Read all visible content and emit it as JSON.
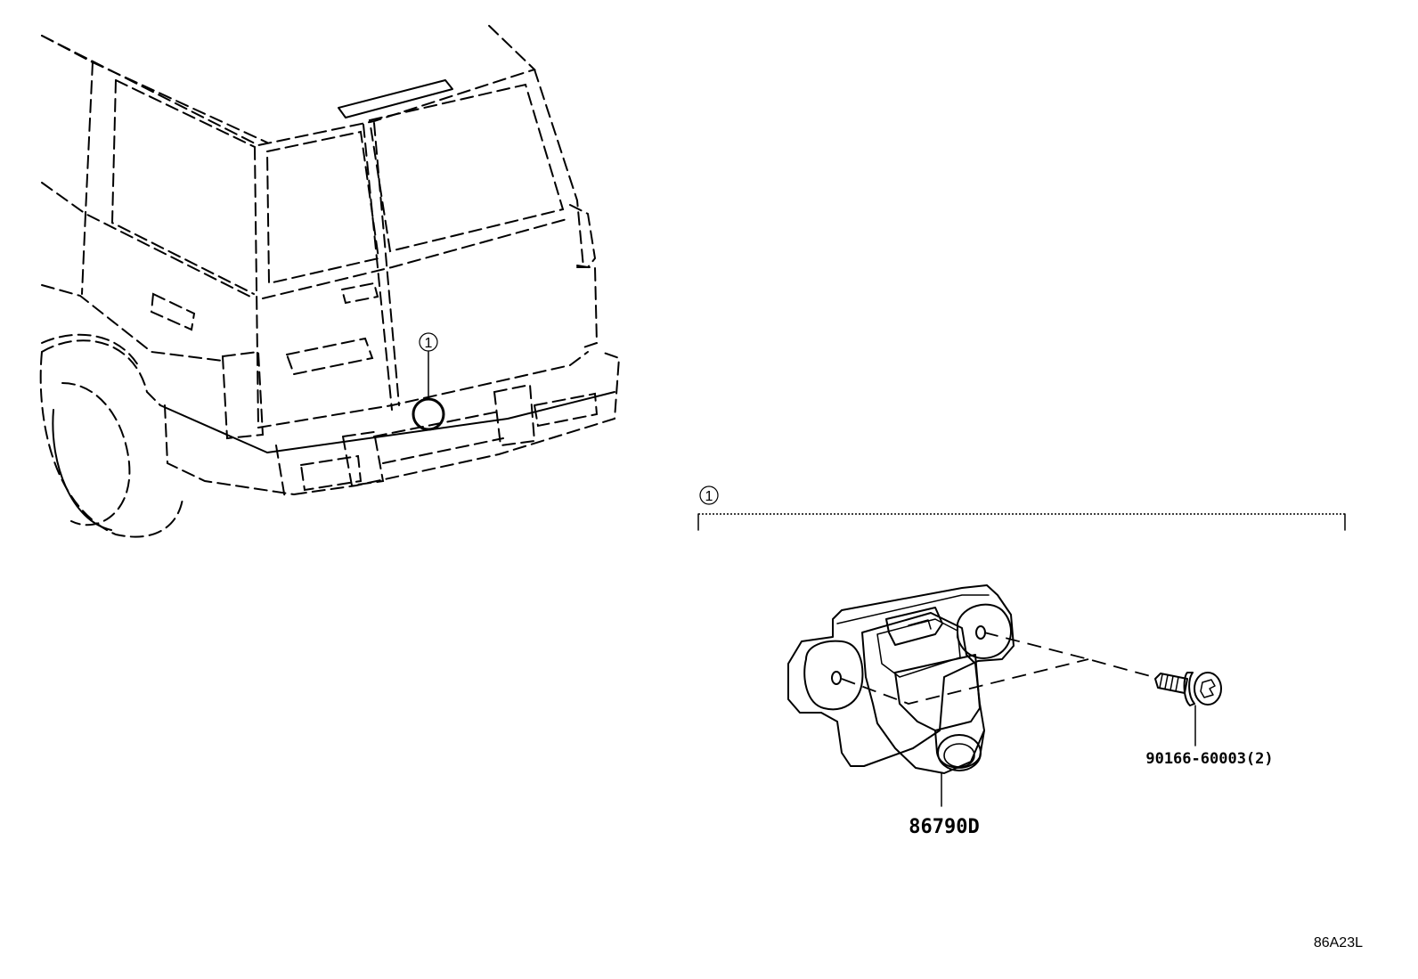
{
  "diagram": {
    "callout_vehicle": "1",
    "callout_group": "1",
    "part_camera": "86790D",
    "part_screw": "90166-60003(2)",
    "figure_code": "86A23L"
  },
  "icons": {
    "vehicle": "suv-rear-view-icon",
    "camera": "rear-camera-assembly-icon",
    "screw": "screw-icon"
  }
}
